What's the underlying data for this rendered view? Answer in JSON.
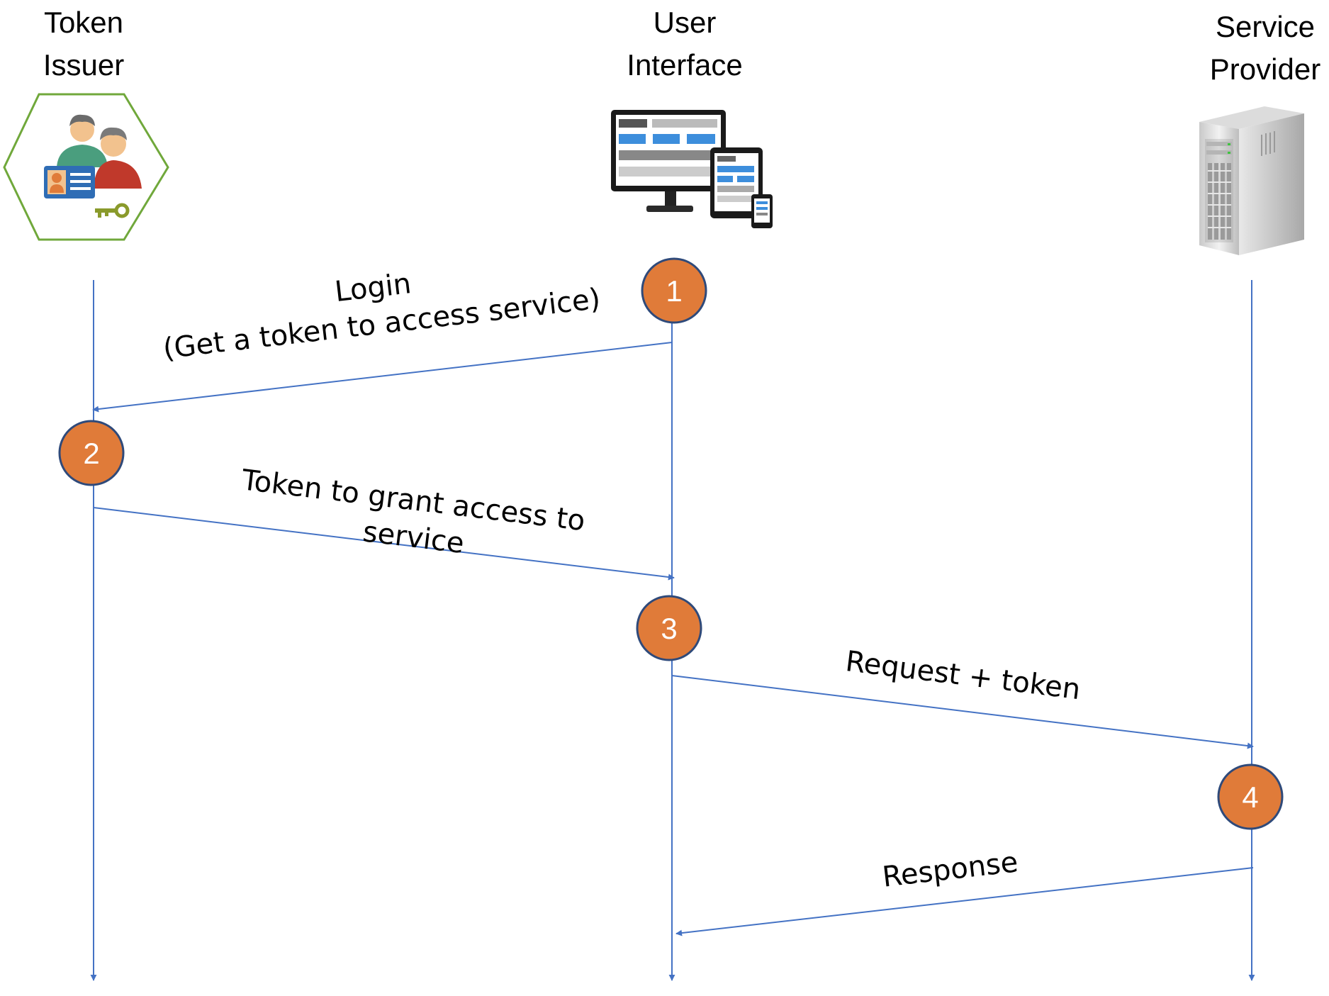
{
  "colors": {
    "lifeline": "#4472C4",
    "step_fill": "#E07B39",
    "step_stroke": "#2F4A7A",
    "hexagon_stroke": "#70A83B"
  },
  "actors": [
    {
      "id": "token-issuer",
      "line1": "Token",
      "line2": "Issuer",
      "icon": "users-id-card-key-icon"
    },
    {
      "id": "user-interface",
      "line1": "User",
      "line2": "Interface",
      "icon": "devices-icon"
    },
    {
      "id": "service-provider",
      "line1": "Service",
      "line2": "Provider",
      "icon": "server-icon"
    }
  ],
  "steps": [
    "1",
    "2",
    "3",
    "4"
  ],
  "messages": [
    {
      "lines": [
        "Login",
        "(Get a token to access service)"
      ]
    },
    {
      "lines": [
        "Token to grant access to",
        "service"
      ]
    },
    {
      "lines": [
        "Request + token"
      ]
    },
    {
      "lines": [
        "Response"
      ]
    }
  ]
}
